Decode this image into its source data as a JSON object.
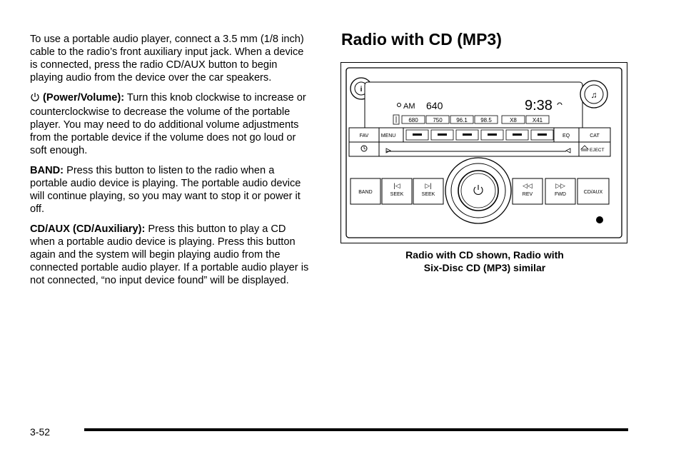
{
  "left_column": {
    "intro": "To use a portable audio player, connect a 3.5 mm (1/8 inch) cable to the radio’s front auxiliary input jack. When a device is connected, press the radio CD/AUX button to begin playing audio from the device over the car speakers.",
    "power_term": "(Power/Volume):",
    "power_text": " Turn this knob clockwise to increase or counterclockwise to decrease the volume of the portable player. You may need to do additional volume adjustments from the portable device if the volume does not go loud or soft enough.",
    "band_term": "BAND:",
    "band_text": " Press this button to listen to the radio when a portable audio device is playing. The portable audio device will continue playing, so you may want to stop it or power it off.",
    "cdaux_term": "CD/AUX (CD/Auxiliary):",
    "cdaux_text": " Press this button to play a CD when a portable audio device is playing. Press this button again and the system will begin playing audio from the connected portable audio player. If a portable audio player is not connected, “no input device found” will be displayed."
  },
  "right_column": {
    "heading": "Radio with CD (MP3)",
    "caption_line1": "Radio with CD shown, Radio with",
    "caption_line2": "Six-Disc CD (MP3) similar"
  },
  "radio": {
    "band": "AM",
    "frequency": "640",
    "clock": "9:38",
    "presets": [
      "680",
      "750",
      "96.1",
      "98.5",
      "X8",
      "X41"
    ],
    "buttons": {
      "fav": "FAV",
      "menu": "MENU",
      "eq": "EQ",
      "cat": "CAT",
      "eject": "EJECT",
      "band": "BAND",
      "seek_back": "SEEK",
      "seek_fwd": "SEEK",
      "rev": "REV",
      "fwd": "FWD",
      "cdaux": "CD/AUX"
    }
  },
  "footer": {
    "page_number": "3-52"
  }
}
